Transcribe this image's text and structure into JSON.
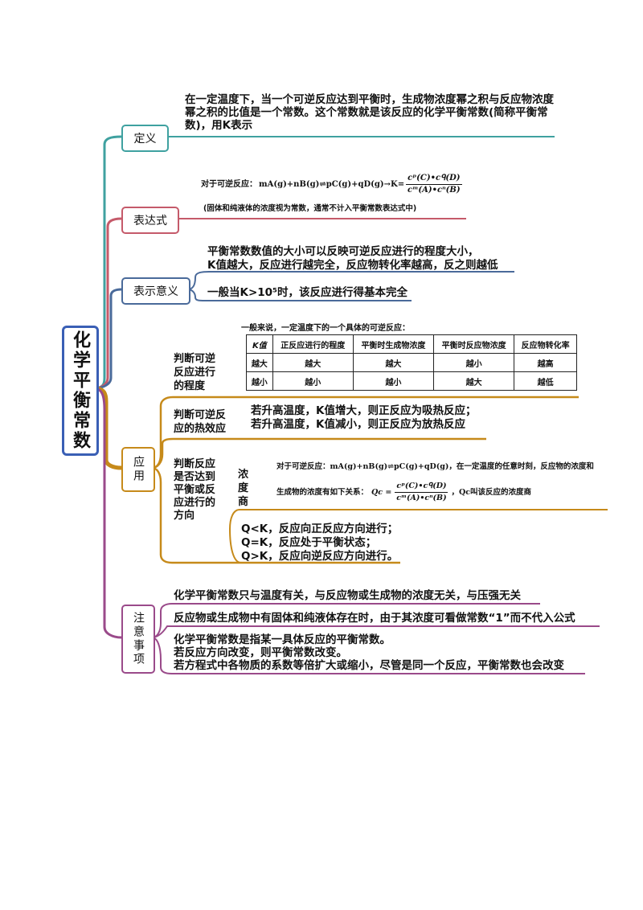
{
  "root": {
    "title": "化学平衡常数"
  },
  "branches": {
    "definition": {
      "label": "定义",
      "text": "在一定温度下，当一个可逆反应达到平衡时，生成物浓度幂之积与反应物浓度幂之积的比值是一个常数。这个常数就是该反应的化学平衡常数(简称平衡常数)，用K表示"
    },
    "expression": {
      "label": "表达式",
      "formula_prefix": "对于可逆反应：",
      "equation": "mA(g)+nB(g)⇌pC(g)+qD(g)→K=",
      "numerator": "cᵖ(C)•cᑫ(D)",
      "denominator": "cᵐ(A)•cⁿ(B)",
      "note": "(固体和纯液体的浓度视为常数，通常不计入平衡常数表达式中)"
    },
    "meaning": {
      "label": "表示意义",
      "line1": "平衡常数数值的大小可以反映可逆反应进行的程度大小，",
      "line2": "K值越大，反应进行越完全，反应物转化率越高，反之则越低",
      "line3": "一般当K>10⁵时，该反应进行得基本完全"
    },
    "application": {
      "label": "应用",
      "degree": {
        "label": "判断可逆反应进行的程度",
        "intro": "一般来说，一定温度下的一个具体的可逆反应：",
        "headers": [
          "K值",
          "正反应进行的程度",
          "平衡时生成物浓度",
          "平衡时反应物浓度",
          "反应物转化率"
        ],
        "rows": [
          [
            "越大",
            "越大",
            "越大",
            "越小",
            "越高"
          ],
          [
            "越小",
            "越小",
            "越小",
            "越大",
            "越低"
          ]
        ]
      },
      "thermal": {
        "label": "判断可逆反应的热效应",
        "line1": "若升高温度，K值增大，则正反应为吸热反应；",
        "line2": "若升高温度，K值减小，则正反应为放热反应"
      },
      "direction": {
        "label": "判断反应是否达到平衡或反应进行的方向",
        "sub_label": "浓度商",
        "line1": "对于可逆反应：mA(g)+nB(g)⇌pC(g)+qD(g)，在一定温度的任意时刻，反应物的浓度和",
        "line2_prefix": "生成物的浓度有如下关系：",
        "qc_eq": "Qc =",
        "numerator": "cᵖ(C)•cᑫ(D)",
        "denominator": "cᵐ(A)•cⁿ(B)",
        "line2_suffix": "，Qc叫该反应的浓度商",
        "result1": "Q<K，反应向正反应方向进行；",
        "result2": "Q=K，反应处于平衡状态；",
        "result3": "Q>K，反应向逆反应方向进行。"
      }
    },
    "notes": {
      "label": "注意事项",
      "item1": "化学平衡常数只与温度有关，与反应物或生成物的浓度无关，与压强无关",
      "item2": "反应物或生成物中有固体和纯液体存在时，由于其浓度可看做常数“1”而不代入公式",
      "item3_line1": "化学平衡常数是指某一具体反应的平衡常数。",
      "item3_line2": "若反应方向改变，则平衡常数改变。",
      "item3_line3": "若方程式中各物质的系数等倍扩大或缩小，尽管是同一个反应，平衡常数也会改变"
    }
  },
  "colors": {
    "root": "#3a5fb5",
    "definition": "#3fa1a0",
    "expression": "#c55a6a",
    "meaning": "#4a6a9a",
    "application": "#c68a1a",
    "notes": "#9a4a8a"
  }
}
